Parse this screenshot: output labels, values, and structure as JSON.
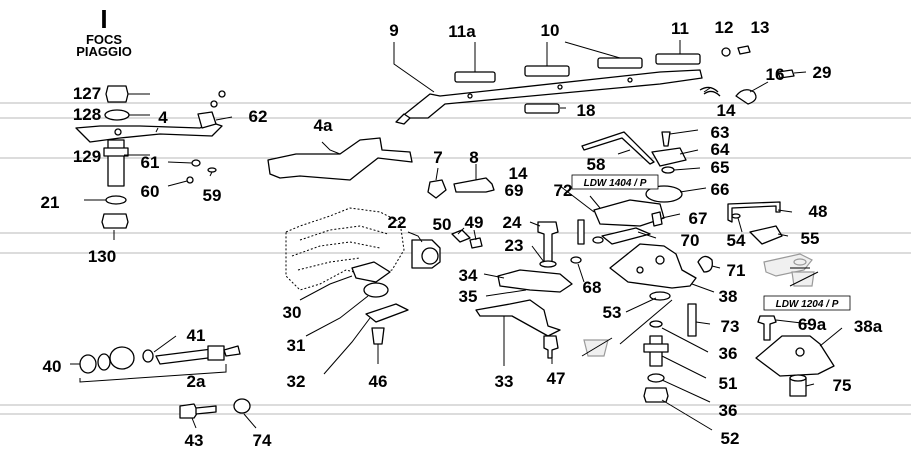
{
  "header": {
    "section": "I",
    "line1": "FOCS",
    "line2": "PIAGGIO"
  },
  "callouts": [
    {
      "id": "9",
      "text": "9"
    },
    {
      "id": "11a",
      "text": "11a"
    },
    {
      "id": "10",
      "text": "10"
    },
    {
      "id": "11",
      "text": "11"
    },
    {
      "id": "12",
      "text": "12"
    },
    {
      "id": "13",
      "text": "13"
    },
    {
      "id": "16",
      "text": "16"
    },
    {
      "id": "29",
      "text": "29"
    },
    {
      "id": "18",
      "text": "18"
    },
    {
      "id": "14a",
      "text": "14"
    },
    {
      "id": "127",
      "text": "127"
    },
    {
      "id": "128",
      "text": "128"
    },
    {
      "id": "4",
      "text": "4"
    },
    {
      "id": "62",
      "text": "62"
    },
    {
      "id": "4a",
      "text": "4a"
    },
    {
      "id": "129",
      "text": "129"
    },
    {
      "id": "61",
      "text": "61"
    },
    {
      "id": "60",
      "text": "60"
    },
    {
      "id": "59",
      "text": "59"
    },
    {
      "id": "21",
      "text": "21"
    },
    {
      "id": "130",
      "text": "130"
    },
    {
      "id": "7",
      "text": "7"
    },
    {
      "id": "8",
      "text": "8"
    },
    {
      "id": "14b",
      "text": "14"
    },
    {
      "id": "69",
      "text": "69"
    },
    {
      "id": "72",
      "text": "72"
    },
    {
      "id": "58",
      "text": "58"
    },
    {
      "id": "63",
      "text": "63"
    },
    {
      "id": "64",
      "text": "64"
    },
    {
      "id": "65",
      "text": "65"
    },
    {
      "id": "66",
      "text": "66"
    },
    {
      "id": "67",
      "text": "67"
    },
    {
      "id": "48",
      "text": "48"
    },
    {
      "id": "22",
      "text": "22"
    },
    {
      "id": "50",
      "text": "50"
    },
    {
      "id": "49",
      "text": "49"
    },
    {
      "id": "24",
      "text": "24"
    },
    {
      "id": "70",
      "text": "70"
    },
    {
      "id": "54",
      "text": "54"
    },
    {
      "id": "55",
      "text": "55"
    },
    {
      "id": "23",
      "text": "23"
    },
    {
      "id": "71",
      "text": "71"
    },
    {
      "id": "34",
      "text": "34"
    },
    {
      "id": "68",
      "text": "68"
    },
    {
      "id": "38",
      "text": "38"
    },
    {
      "id": "35",
      "text": "35"
    },
    {
      "id": "30",
      "text": "30"
    },
    {
      "id": "53",
      "text": "53"
    },
    {
      "id": "73",
      "text": "73"
    },
    {
      "id": "69a",
      "text": "69a"
    },
    {
      "id": "38a",
      "text": "38a"
    },
    {
      "id": "31",
      "text": "31"
    },
    {
      "id": "41",
      "text": "41"
    },
    {
      "id": "36a",
      "text": "36"
    },
    {
      "id": "40",
      "text": "40"
    },
    {
      "id": "2a",
      "text": "2a"
    },
    {
      "id": "32",
      "text": "32"
    },
    {
      "id": "46",
      "text": "46"
    },
    {
      "id": "33",
      "text": "33"
    },
    {
      "id": "47",
      "text": "47"
    },
    {
      "id": "51",
      "text": "51"
    },
    {
      "id": "75",
      "text": "75"
    },
    {
      "id": "36b",
      "text": "36"
    },
    {
      "id": "43",
      "text": "43"
    },
    {
      "id": "74",
      "text": "74"
    },
    {
      "id": "52",
      "text": "52"
    }
  ],
  "variant_labels": {
    "ldw1404": "LDW 1404 / P",
    "ldw1204": "LDW 1204 / P"
  }
}
